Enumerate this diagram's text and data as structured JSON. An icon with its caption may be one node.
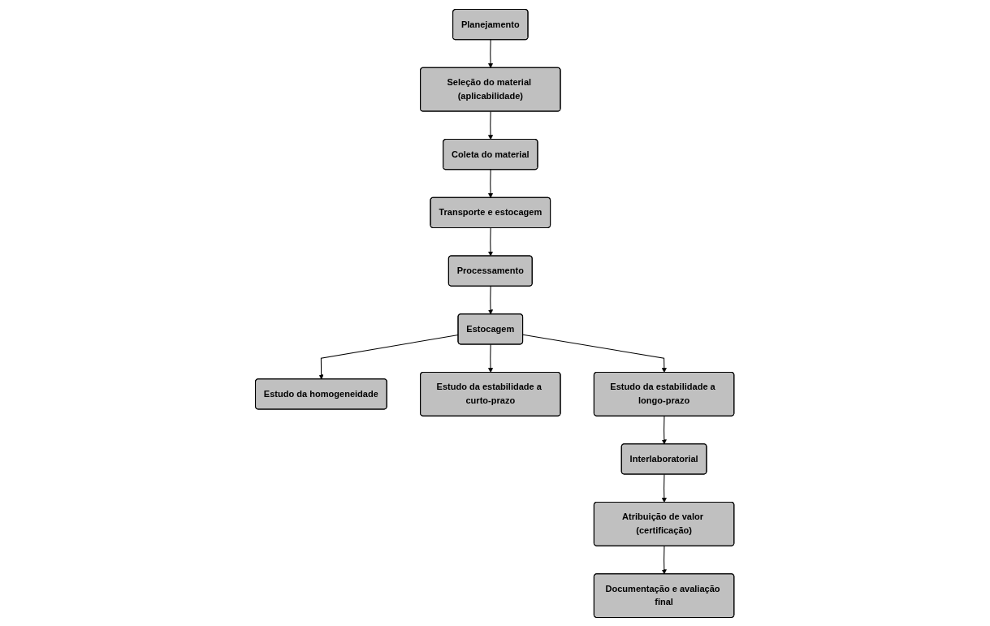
{
  "diagram": {
    "nodes": [
      {
        "text": [
          "Planejamento"
        ]
      },
      {
        "text": [
          "Seleção do material (aplicabilidade)"
        ]
      },
      {
        "text": [
          "Coleta do material"
        ]
      },
      {
        "text": [
          "Estocagem"
        ]
      },
      {
        "text": [
          "Processamento"
        ]
      },
      {
        "text": [
          "Transporte e estocagem"
        ]
      },
      {
        "text": [
          "Estudo da homogeneidade"
        ]
      },
      {
        "text": [
          "Estudo da estabilidade a curto-prazo"
        ]
      },
      {
        "text": [
          "Estudo da estabilidade a longo-prazo"
        ]
      },
      {
        "text": [
          "Documentação e avaliação final"
        ]
      },
      {
        "text": [
          "Atribuição de valor (certificação)"
        ]
      },
      {
        "text": [
          "Interlaboratorial"
        ]
      }
    ],
    "edges": [
      {
        "from": 0,
        "to": 1,
        "arrow": "to"
      },
      {
        "from": 1,
        "to": 2,
        "arrow": "to"
      },
      {
        "from": 2,
        "to": 5,
        "arrow": "to"
      },
      {
        "from": 5,
        "to": 4,
        "arrow": "to"
      },
      {
        "from": 4,
        "to": 3,
        "arrow": "to"
      },
      {
        "from": 3,
        "to": 6,
        "arrow": "to"
      },
      {
        "from": 3,
        "to": 7,
        "arrow": "to"
      },
      {
        "from": 3,
        "to": 8,
        "arrow": "to"
      },
      {
        "from": 8,
        "to": 11,
        "arrow": "to"
      },
      {
        "from": 11,
        "to": 10,
        "arrow": "to"
      },
      {
        "from": 10,
        "to": 9,
        "arrow": "to"
      }
    ]
  }
}
